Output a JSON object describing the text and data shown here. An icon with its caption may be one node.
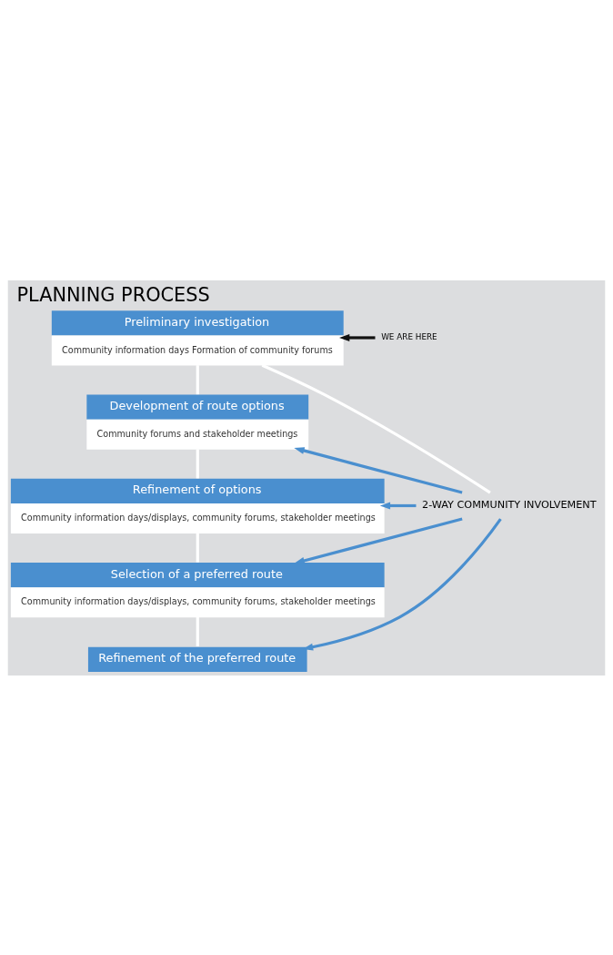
{
  "diagram": {
    "title": "PLANNING PROCESS",
    "nodes": [
      {
        "text": [
          "Preliminary investigation",
          "Community information days Formation of community forums"
        ]
      },
      {
        "text": [
          "Development of route options",
          "Community forums and stakeholder meetings"
        ]
      },
      {
        "text": [
          "Refinement of options",
          "Community information days/displays, community forums, stakeholder meetings"
        ]
      },
      {
        "text": [
          "Selection of a preferred route",
          "Community information days/displays, community forums, stakeholder meetings"
        ]
      },
      {
        "text": [
          "Refinement of the preferred route"
        ]
      },
      {
        "text": [
          "2-WAY COMMUNITY INVOLVEMENT"
        ]
      },
      {
        "text": [
          "WE ARE HERE"
        ]
      }
    ],
    "edges": [
      {
        "from": 0,
        "to": 1,
        "arrow": "none"
      },
      {
        "from": 1,
        "to": 2,
        "arrow": "none"
      },
      {
        "from": 2,
        "to": 3,
        "arrow": "none"
      },
      {
        "from": 3,
        "to": 4,
        "arrow": "none"
      },
      {
        "from": 0,
        "to": 5,
        "arrow": "none"
      },
      {
        "from": 5,
        "to": 1,
        "arrow": "to",
        "color": "#4a8fcf"
      },
      {
        "from": 5,
        "to": 2,
        "arrow": "to",
        "color": "#4a8fcf"
      },
      {
        "from": 5,
        "to": 3,
        "arrow": "to",
        "color": "#4a8fcf"
      },
      {
        "from": 5,
        "to": 4,
        "arrow": "to",
        "color": "#4a8fcf"
      },
      {
        "from": 6,
        "to": 0,
        "arrow": "to",
        "color": "#111111"
      }
    ]
  }
}
